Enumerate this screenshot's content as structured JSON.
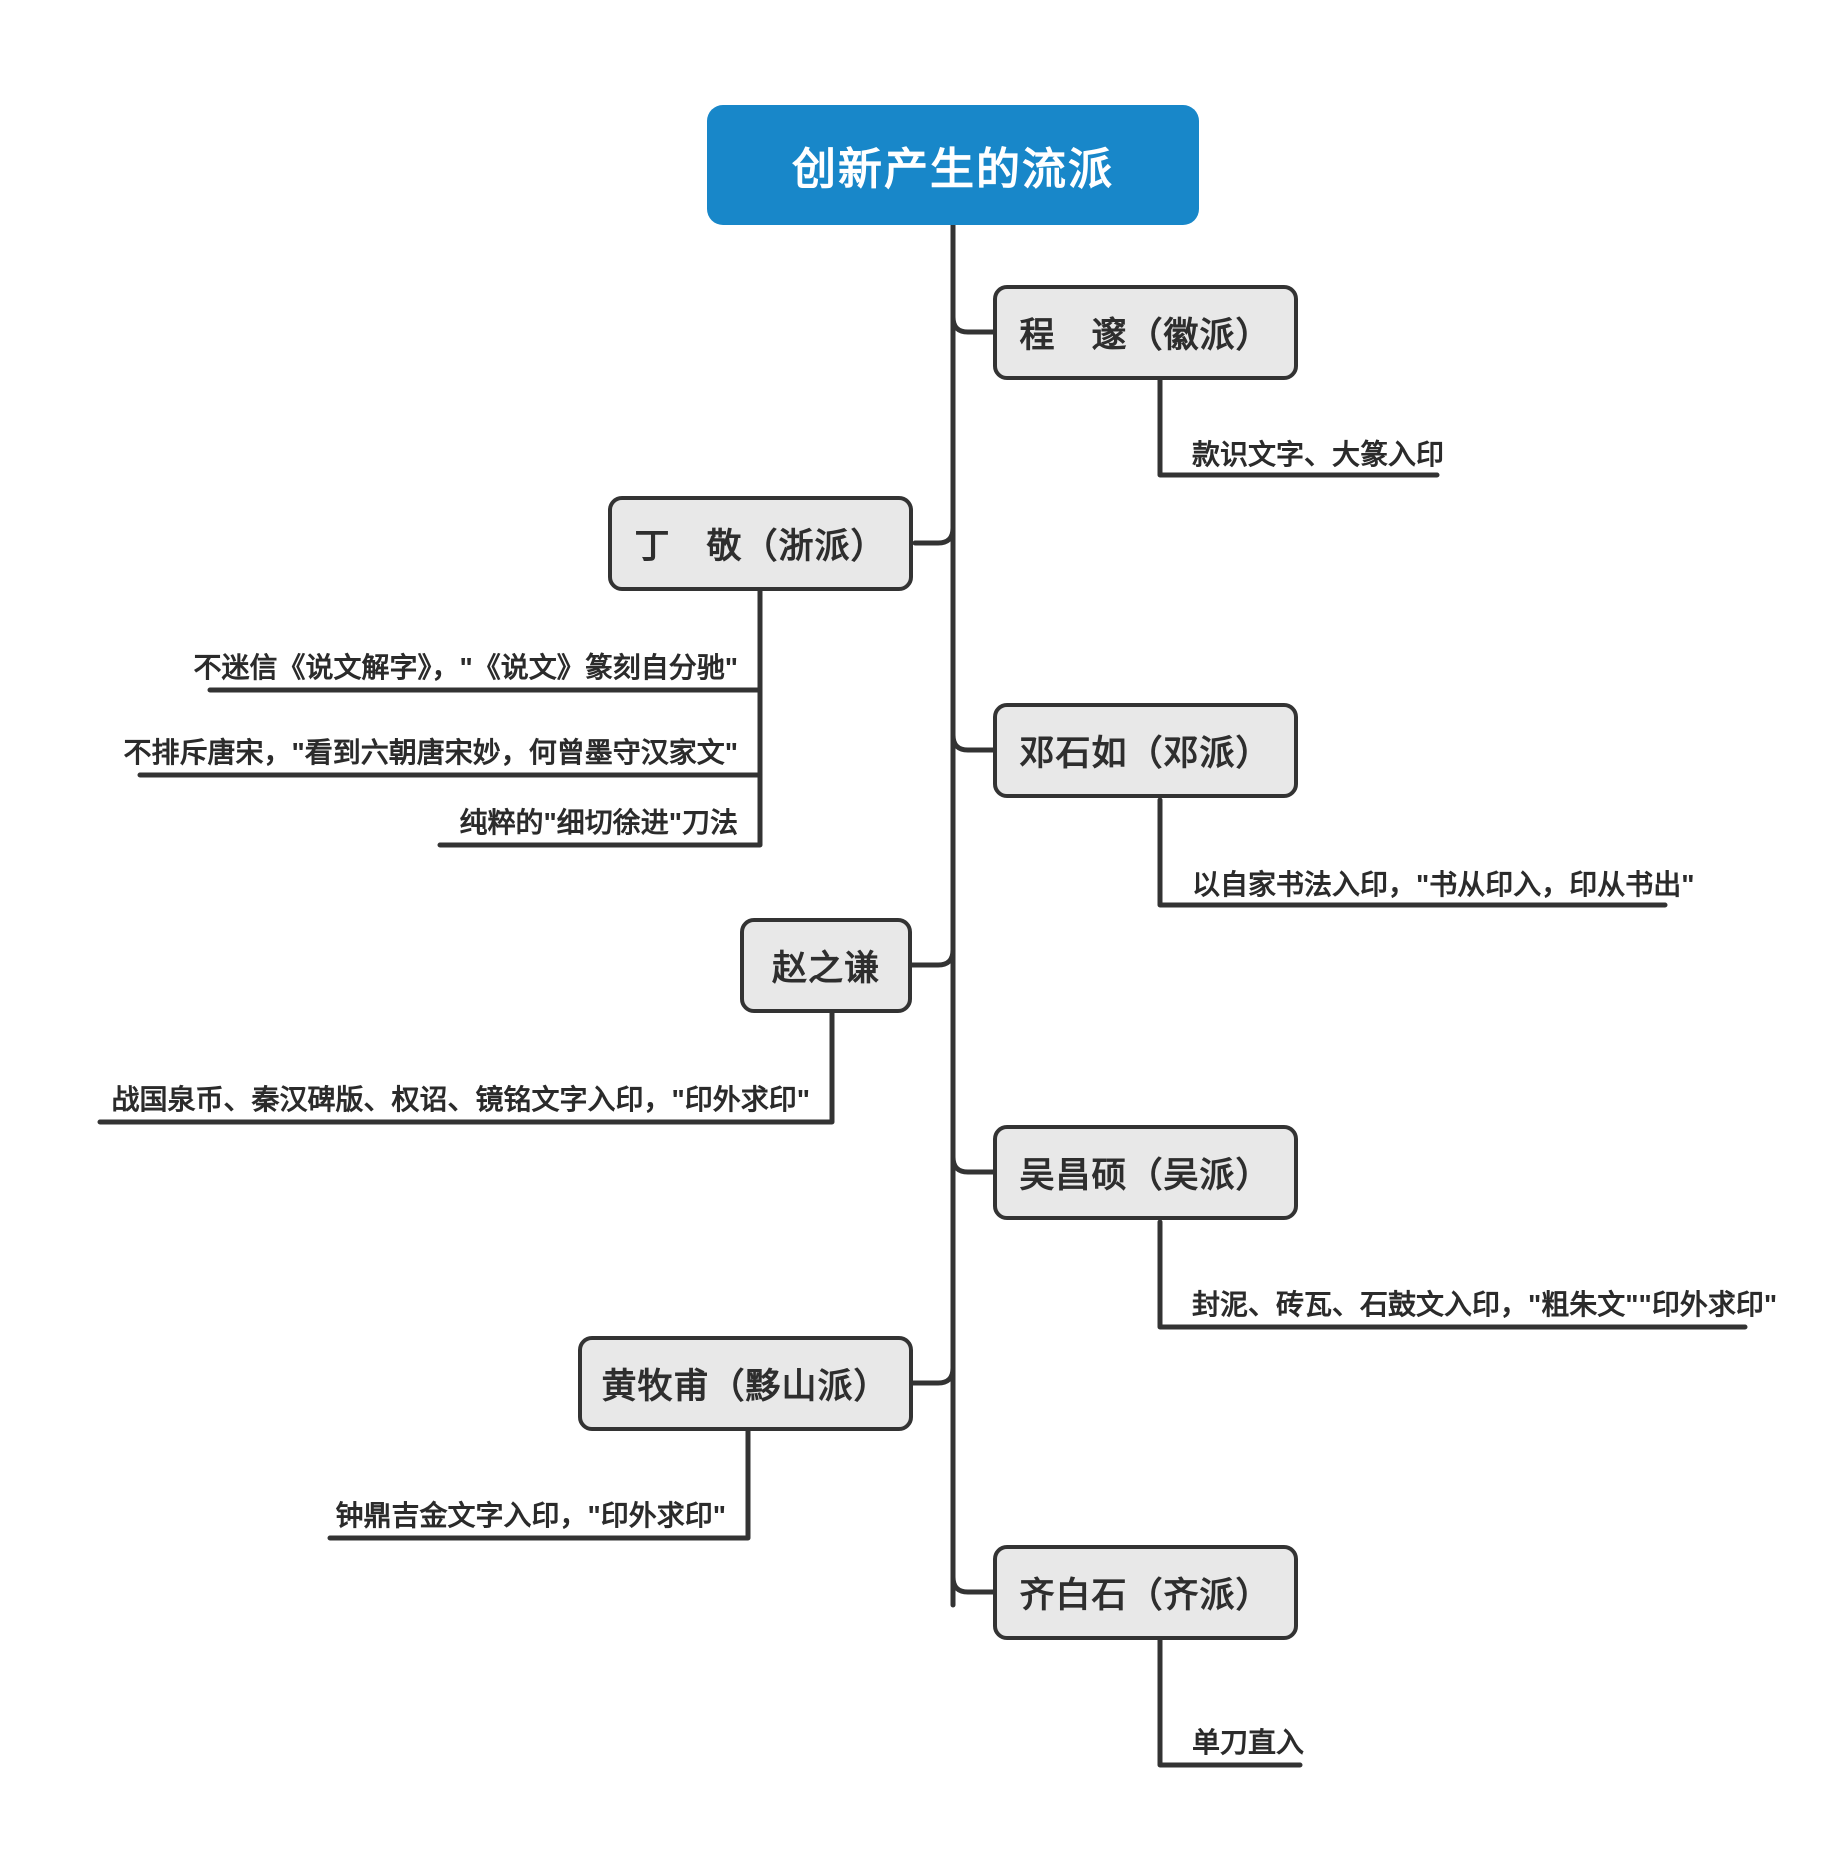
{
  "diagram": {
    "type": "mindmap",
    "title": "创新产生的流派",
    "root": {
      "label": "创新产生的流派",
      "color": "#1887c9",
      "text_color": "#ffffff"
    },
    "node_style": {
      "fill": "#e8e8e8",
      "border": "#333333",
      "text_color": "#2e2e2e"
    },
    "branches": [
      {
        "label": "程　邃（徽派）",
        "side": "right",
        "leaves": [
          {
            "label": "款识文字、大篆入印"
          }
        ]
      },
      {
        "label": "丁　敬（浙派）",
        "side": "left",
        "leaves": [
          {
            "label": "不迷信《说文解字》，\"《说文》篆刻自分驰\""
          },
          {
            "label": "不排斥唐宋，\"看到六朝唐宋妙，何曾墨守汉家文\""
          },
          {
            "label": "纯粹的\"细切徐进\"刀法"
          }
        ]
      },
      {
        "label": "邓石如（邓派）",
        "side": "right",
        "leaves": [
          {
            "label": "以自家书法入印，\"书从印入，印从书出\""
          }
        ]
      },
      {
        "label": "赵之谦",
        "side": "left",
        "leaves": [
          {
            "label": "战国泉币、秦汉碑版、权诏、镜铭文字入印，\"印外求印\""
          }
        ]
      },
      {
        "label": "吴昌硕（吴派）",
        "side": "right",
        "leaves": [
          {
            "label": "封泥、砖瓦、石鼓文入印，\"粗朱文\"\"印外求印\""
          }
        ]
      },
      {
        "label": "黄牧甫（黟山派）",
        "side": "left",
        "leaves": [
          {
            "label": "钟鼎吉金文字入印，\"印外求印\""
          }
        ]
      },
      {
        "label": "齐白石（齐派）",
        "side": "right",
        "leaves": [
          {
            "label": "单刀直入"
          }
        ]
      }
    ]
  }
}
